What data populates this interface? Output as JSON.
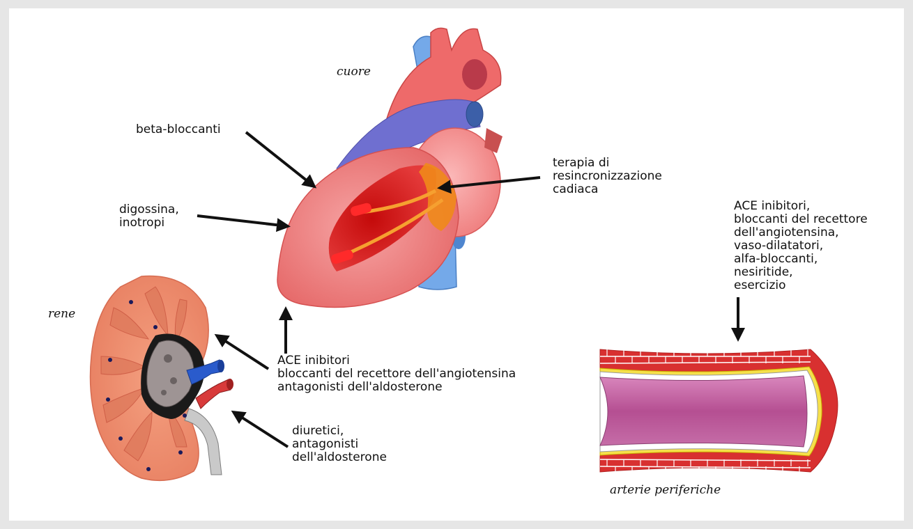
{
  "organs": {
    "heart": "cuore",
    "kidney": "rene",
    "arteries": "arterie periferiche"
  },
  "treatments": {
    "beta_blockers": "beta-bloccanti",
    "digoxin": "digossina,\ninotropi",
    "resync": "terapia di\nresincronizzazione\ncadiaca",
    "ace_heart_kidney": "ACE inibitori\nbloccanti del recettore dell'angiotensina\nantagonisti dell'aldosterone",
    "diuretics": "diuretici,\nantagonisti\ndell'aldosterone",
    "arteries_therapy": "ACE inibitori,\nbloccanti del recettore\ndell'angiotensina,\nvaso-dilatatori,\nalfa-bloccanti,\nnesiritide,\nesercizio"
  }
}
